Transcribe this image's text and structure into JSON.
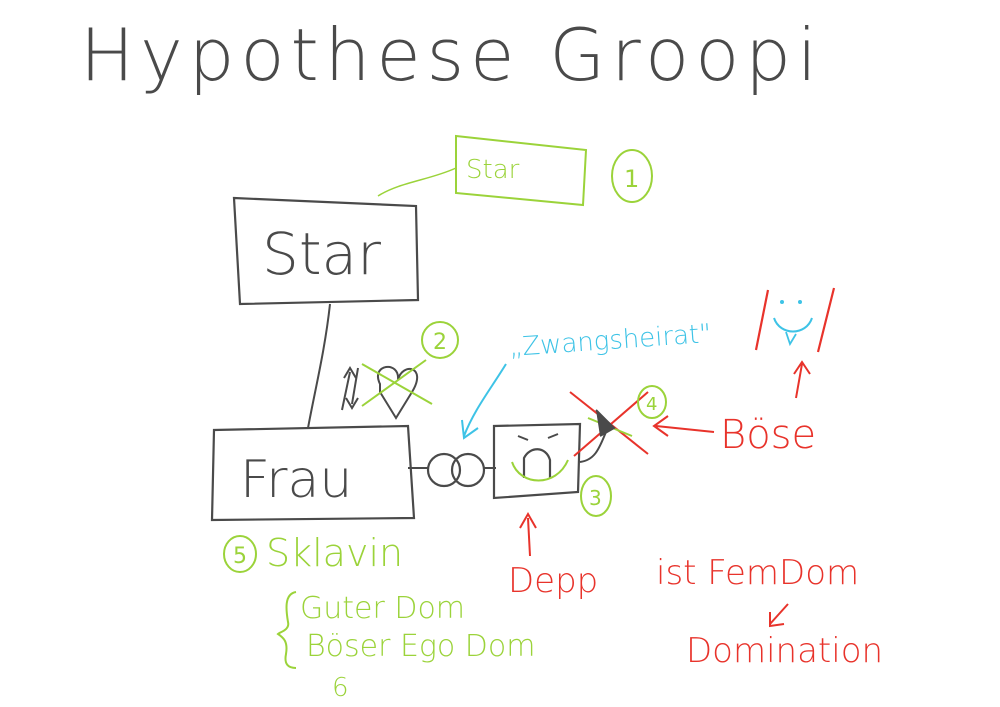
{
  "title": "Hypothese Groopi",
  "colors": {
    "ink": "#4a4a4a",
    "green": "#9bd33a",
    "red": "#e8332b",
    "cyan": "#3ec3e6"
  },
  "nodes": {
    "star_box": "Star",
    "star_note": "Star",
    "frau_box": "Frau",
    "face_icon": "sad-face-icon",
    "bose_face_icon": "grinning-face-icon"
  },
  "numbers": {
    "n1": "1",
    "n2": "2",
    "n3": "3",
    "n4": "4",
    "n5": "5",
    "n6": "6"
  },
  "labels": {
    "zwangsheirat": "„Zwangsheirat\"",
    "bose": "Böse",
    "depp": "Depp",
    "sklavin": "Sklavin",
    "ist_femdom": "ist FemDom",
    "domination": "Domination",
    "guter_dom": "Guter Dom",
    "boser_ego_dom": "Böser Ego Dom"
  },
  "symbols": {
    "arrows_up_down": "↑↓",
    "rings": "rings-icon",
    "heart": "heart-icon"
  }
}
